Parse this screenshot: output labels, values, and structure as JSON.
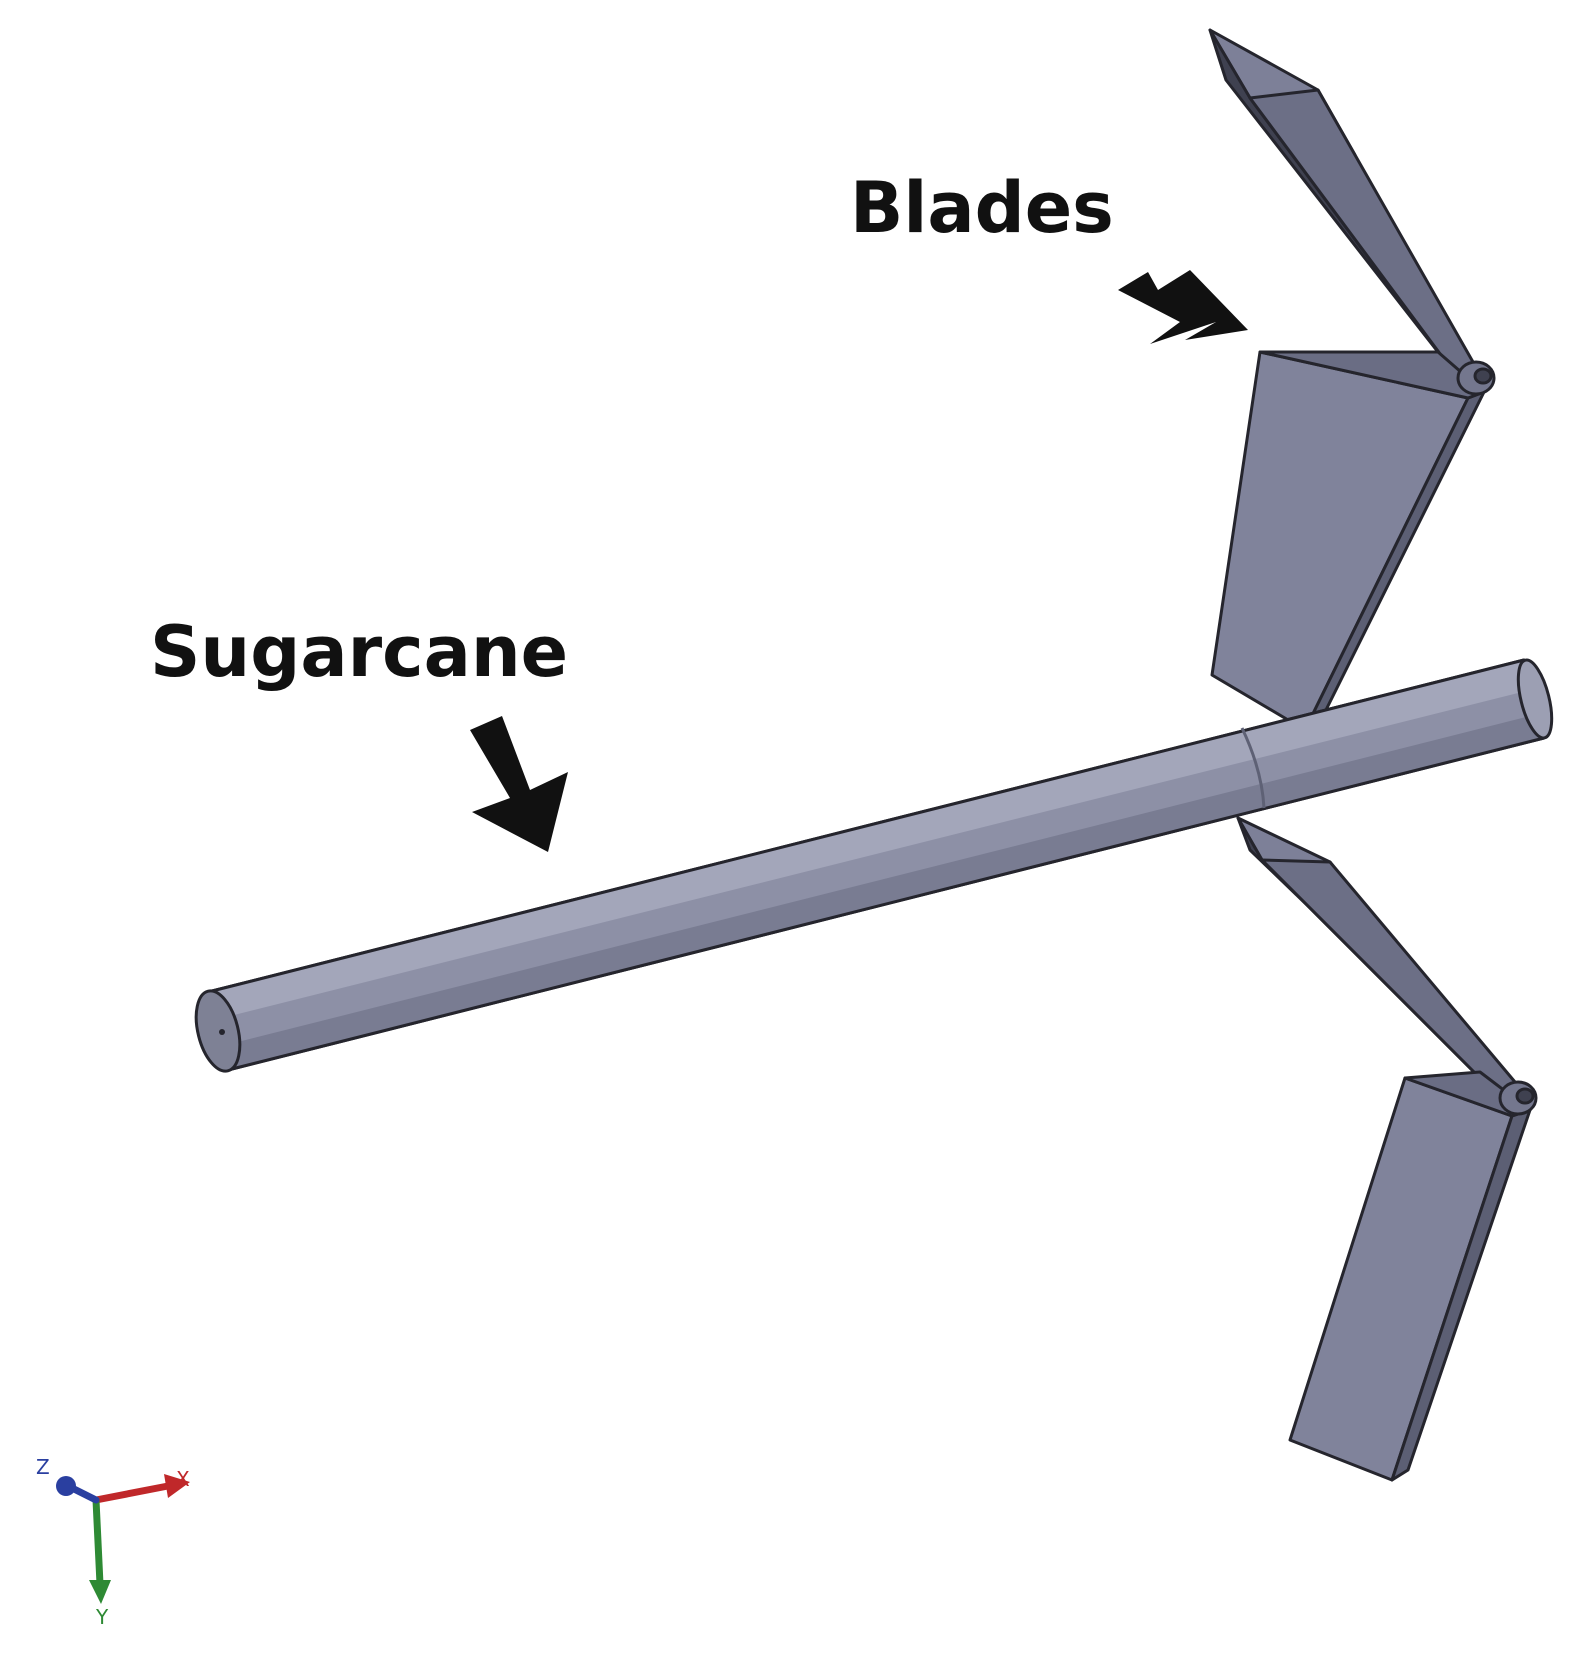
{
  "labels": {
    "blades": "Blades",
    "sugarcane": "Sugarcane"
  },
  "triad": {
    "x": "X",
    "y": "Y",
    "z": "Z"
  },
  "colors": {
    "background": "#ffffff",
    "cane_body": "#8d90a6",
    "cane_highlight": "#a3a6ba",
    "cane_shadow": "#6e7185",
    "cane_end": "#7e8195",
    "blade_light": "#80839b",
    "blade_mid": "#6c6f86",
    "blade_dark": "#3f4150",
    "outline": "#25252d",
    "arrow": "#111111",
    "axis_x": "#c0282a",
    "axis_y": "#2e8a34",
    "axis_z": "#2a3fa0"
  }
}
